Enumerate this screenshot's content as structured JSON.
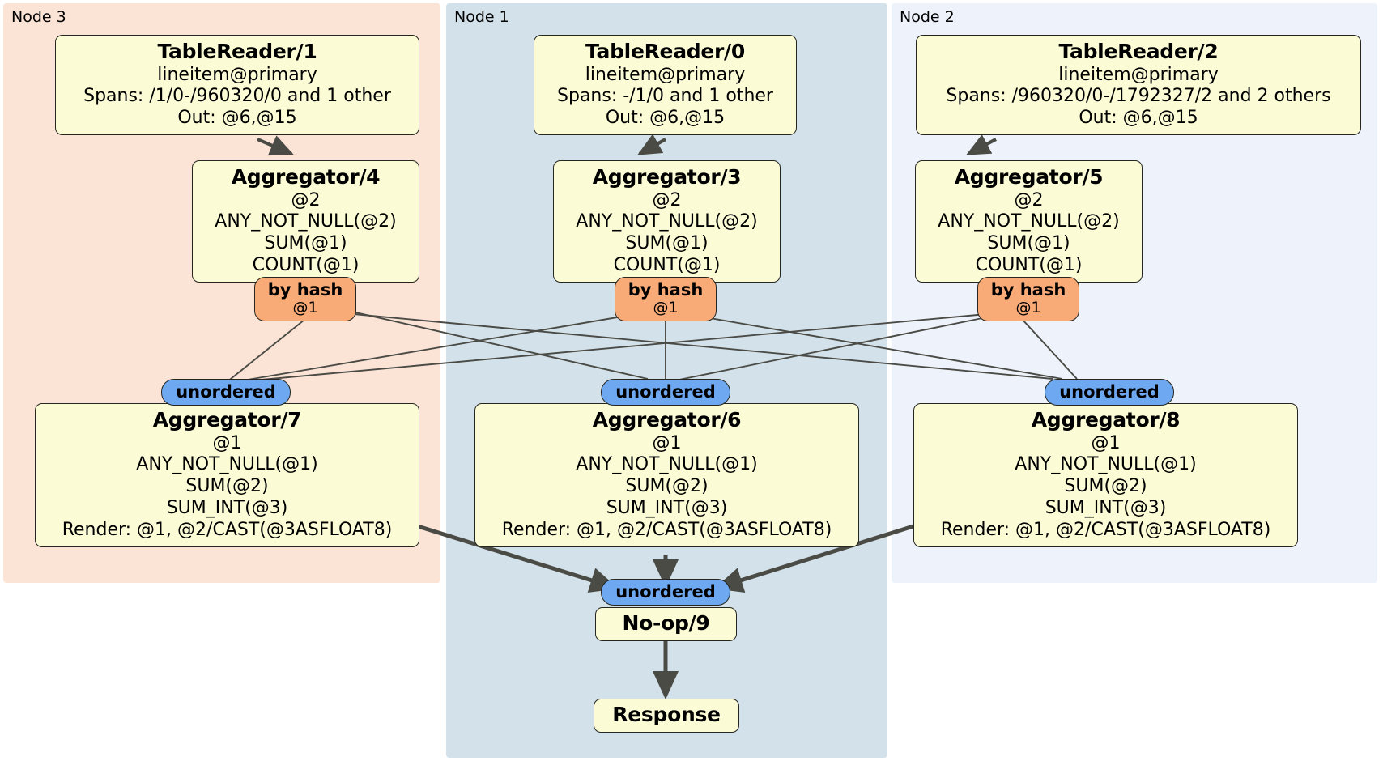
{
  "diagram": {
    "type": "distributed-query-plan",
    "colors": {
      "node3_bg": "#fbe3d6",
      "node1_bg": "#d3e1ea",
      "node2_bg": "#edf2fb",
      "processor_bg": "#fbfbd6",
      "hash_router_bg": "#f8aa77",
      "unordered_router_bg": "#6da8f0",
      "edge": "#4b4b46",
      "border": "#262621"
    },
    "nodes": [
      {
        "id": "node3",
        "label": "Node 3"
      },
      {
        "id": "node1",
        "label": "Node 1"
      },
      {
        "id": "node2",
        "label": "Node 2"
      }
    ],
    "processors": [
      {
        "id": "tablereader1",
        "node": "node3",
        "title": "TableReader/1",
        "lines": [
          "lineitem@primary",
          "Spans: /1/0-/960320/0 and 1 other",
          "Out: @6,@15"
        ]
      },
      {
        "id": "tablereader0",
        "node": "node1",
        "title": "TableReader/0",
        "lines": [
          "lineitem@primary",
          "Spans: -/1/0 and 1 other",
          "Out: @6,@15"
        ]
      },
      {
        "id": "tablereader2",
        "node": "node2",
        "title": "TableReader/2",
        "lines": [
          "lineitem@primary",
          "Spans: /960320/0-/1792327/2 and 2 others",
          "Out: @6,@15"
        ]
      },
      {
        "id": "aggregator4",
        "node": "node3",
        "title": "Aggregator/4",
        "lines": [
          "@2",
          "ANY_NOT_NULL(@2)",
          "SUM(@1)",
          "COUNT(@1)"
        ]
      },
      {
        "id": "aggregator3",
        "node": "node1",
        "title": "Aggregator/3",
        "lines": [
          "@2",
          "ANY_NOT_NULL(@2)",
          "SUM(@1)",
          "COUNT(@1)"
        ]
      },
      {
        "id": "aggregator5",
        "node": "node2",
        "title": "Aggregator/5",
        "lines": [
          "@2",
          "ANY_NOT_NULL(@2)",
          "SUM(@1)",
          "COUNT(@1)"
        ]
      },
      {
        "id": "aggregator7",
        "node": "node3",
        "title": "Aggregator/7",
        "lines": [
          "@1",
          "ANY_NOT_NULL(@1)",
          "SUM(@2)",
          "SUM_INT(@3)",
          "Render: @1, @2/CAST(@3ASFLOAT8)"
        ]
      },
      {
        "id": "aggregator6",
        "node": "node1",
        "title": "Aggregator/6",
        "lines": [
          "@1",
          "ANY_NOT_NULL(@1)",
          "SUM(@2)",
          "SUM_INT(@3)",
          "Render: @1, @2/CAST(@3ASFLOAT8)"
        ]
      },
      {
        "id": "aggregator8",
        "node": "node2",
        "title": "Aggregator/8",
        "lines": [
          "@1",
          "ANY_NOT_NULL(@1)",
          "SUM(@2)",
          "SUM_INT(@3)",
          "Render: @1, @2/CAST(@3ASFLOAT8)"
        ]
      },
      {
        "id": "noop9",
        "node": "node1",
        "title": "No-op/9",
        "lines": []
      },
      {
        "id": "response",
        "node": "node1",
        "title": "Response",
        "lines": []
      }
    ],
    "routers": [
      {
        "id": "hash4",
        "node": "node3",
        "kind": "by hash",
        "title": "by hash",
        "sub": "@1"
      },
      {
        "id": "hash3",
        "node": "node1",
        "kind": "by hash",
        "title": "by hash",
        "sub": "@1"
      },
      {
        "id": "hash5",
        "node": "node2",
        "kind": "by hash",
        "title": "by hash",
        "sub": "@1"
      },
      {
        "id": "unordered7",
        "node": "node3",
        "kind": "unordered",
        "title": "unordered",
        "sub": ""
      },
      {
        "id": "unordered6",
        "node": "node1",
        "kind": "unordered",
        "title": "unordered",
        "sub": ""
      },
      {
        "id": "unordered8",
        "node": "node2",
        "kind": "unordered",
        "title": "unordered",
        "sub": ""
      },
      {
        "id": "unordered9",
        "node": "node1",
        "kind": "unordered",
        "title": "unordered",
        "sub": ""
      }
    ]
  }
}
